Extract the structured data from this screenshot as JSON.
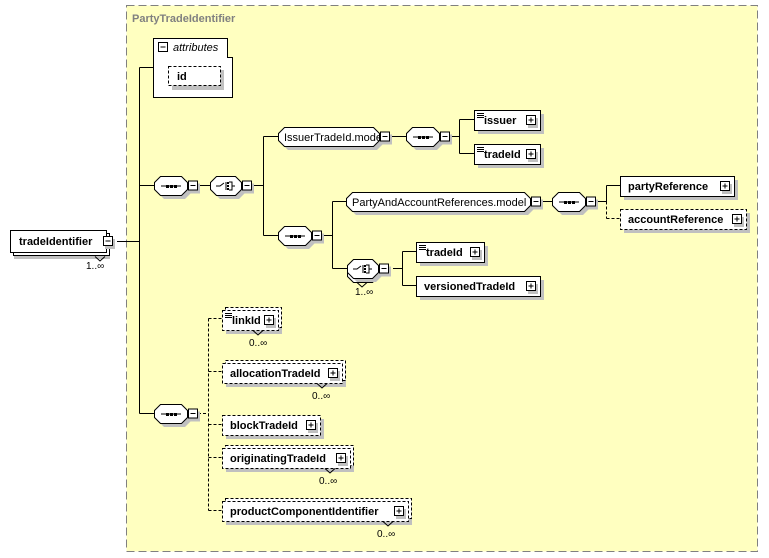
{
  "diagram": {
    "type_name": "PartyTradeIdentifier",
    "colors": {
      "background": "#ffffc0",
      "border": "#808080",
      "shadow": "#c0c0c0",
      "line": "#000000"
    },
    "root": {
      "label": "tradeIdentifier",
      "cardinality": "1..∞"
    },
    "attributes": {
      "label": "attributes",
      "items": [
        {
          "label": "id",
          "optional": true
        }
      ]
    },
    "groups": {
      "issuer_model": {
        "label": "IssuerTradeId.model"
      },
      "party_model": {
        "label": "PartyAndAccountReferences.model"
      },
      "inner_choice_cardinality": "1..∞"
    },
    "elements": {
      "issuer": {
        "label": "issuer",
        "optional": false,
        "simple": true
      },
      "tradeId_a": {
        "label": "tradeId",
        "optional": false,
        "simple": true
      },
      "partyReference": {
        "label": "partyReference",
        "optional": false,
        "simple": false
      },
      "accountReference": {
        "label": "accountReference",
        "optional": true,
        "simple": false
      },
      "tradeId_b": {
        "label": "tradeId",
        "optional": false,
        "simple": true
      },
      "versionedTradeId": {
        "label": "versionedTradeId",
        "optional": false,
        "simple": false
      },
      "linkId": {
        "label": "linkId",
        "optional": true,
        "simple": true,
        "cardinality": "0..∞"
      },
      "allocationTradeId": {
        "label": "allocationTradeId",
        "optional": true,
        "simple": false,
        "cardinality": "0..∞"
      },
      "blockTradeId": {
        "label": "blockTradeId",
        "optional": true,
        "simple": false
      },
      "originatingTradeId": {
        "label": "originatingTradeId",
        "optional": true,
        "simple": false,
        "cardinality": "0..∞"
      },
      "productComponentIdentifier": {
        "label": "productComponentIdentifier",
        "optional": true,
        "simple": false,
        "cardinality": "0..∞"
      }
    }
  }
}
